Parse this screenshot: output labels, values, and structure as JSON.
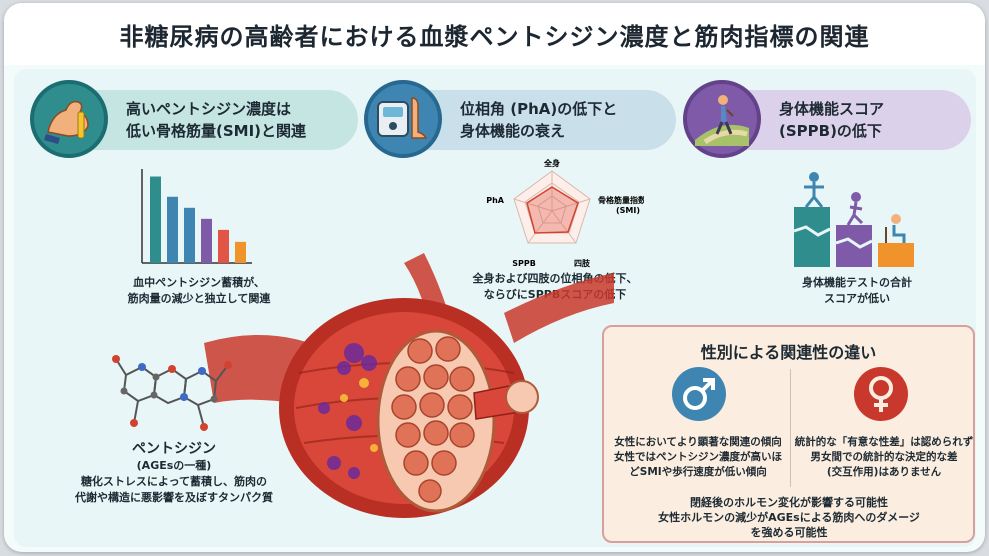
{
  "title": "非糖尿病の高齢者における血漿ペントシジン濃度と筋肉指標の関連",
  "pill1": {
    "line1": "高いペントシジン濃度は",
    "line2": "低い骨格筋量(SMI)と関連"
  },
  "pill2": {
    "line1": "位相角 (PhA)の低下と",
    "line2": "身体機能の衰え"
  },
  "pill3": {
    "line1": "身体機能スコア",
    "line2": "(SPPB)の低下"
  },
  "bar_caption": {
    "line1": "血中ペントシジン蓄積が、",
    "line2": "筋肉量の減少と独立して関連"
  },
  "bar_chart_values": [
    0.94,
    0.72,
    0.6,
    0.48,
    0.36,
    0.23
  ],
  "radar": {
    "labels": {
      "top": "全身",
      "right_1": "骨格筋量指数",
      "right_2": "(SMI)",
      "left": "PhA",
      "bottom_left": "SPPB",
      "bottom_right": "四肢"
    },
    "caption_line1": "全身および四肢の位相角の低下、",
    "caption_line2": "ならびにSPPBスコアの低下"
  },
  "sppb_caption": {
    "line1": "身体機能テストの合計",
    "line2": "スコアが低い"
  },
  "pentosidine": {
    "name": "ペントシジン",
    "sub": "(AGEsの一種)",
    "desc1": "糖化ストレスによって蓄積し、筋肉の",
    "desc2": "代謝や構造に悪影響を及ぼすタンパク質"
  },
  "gender": {
    "title": "性別による関連性の違い",
    "male_line1": "女性においてより顕著な関連の傾向",
    "male_line2": "女性ではペントシジン濃度が高いほ",
    "male_line3": "どSMIや歩行速度が低い傾向",
    "female_line1": "統計的な「有意な性差」は認められず",
    "female_line2": "男女間での統計的な決定的な差",
    "female_line3": "(交互作用)はありません",
    "note_line1": "閉経後のホルモン変化が影響する可能性",
    "note_line2": "女性ホルモンの減少がAGEsによる筋肉へのダメージ",
    "note_line3": "を強める可能性"
  },
  "colors": {
    "teal": "#2f8d8e",
    "blue": "#3e86b1",
    "purple": "#7e5aa8",
    "orange": "#f0932b",
    "red": "#e05545",
    "muscle": "#c9382c"
  }
}
